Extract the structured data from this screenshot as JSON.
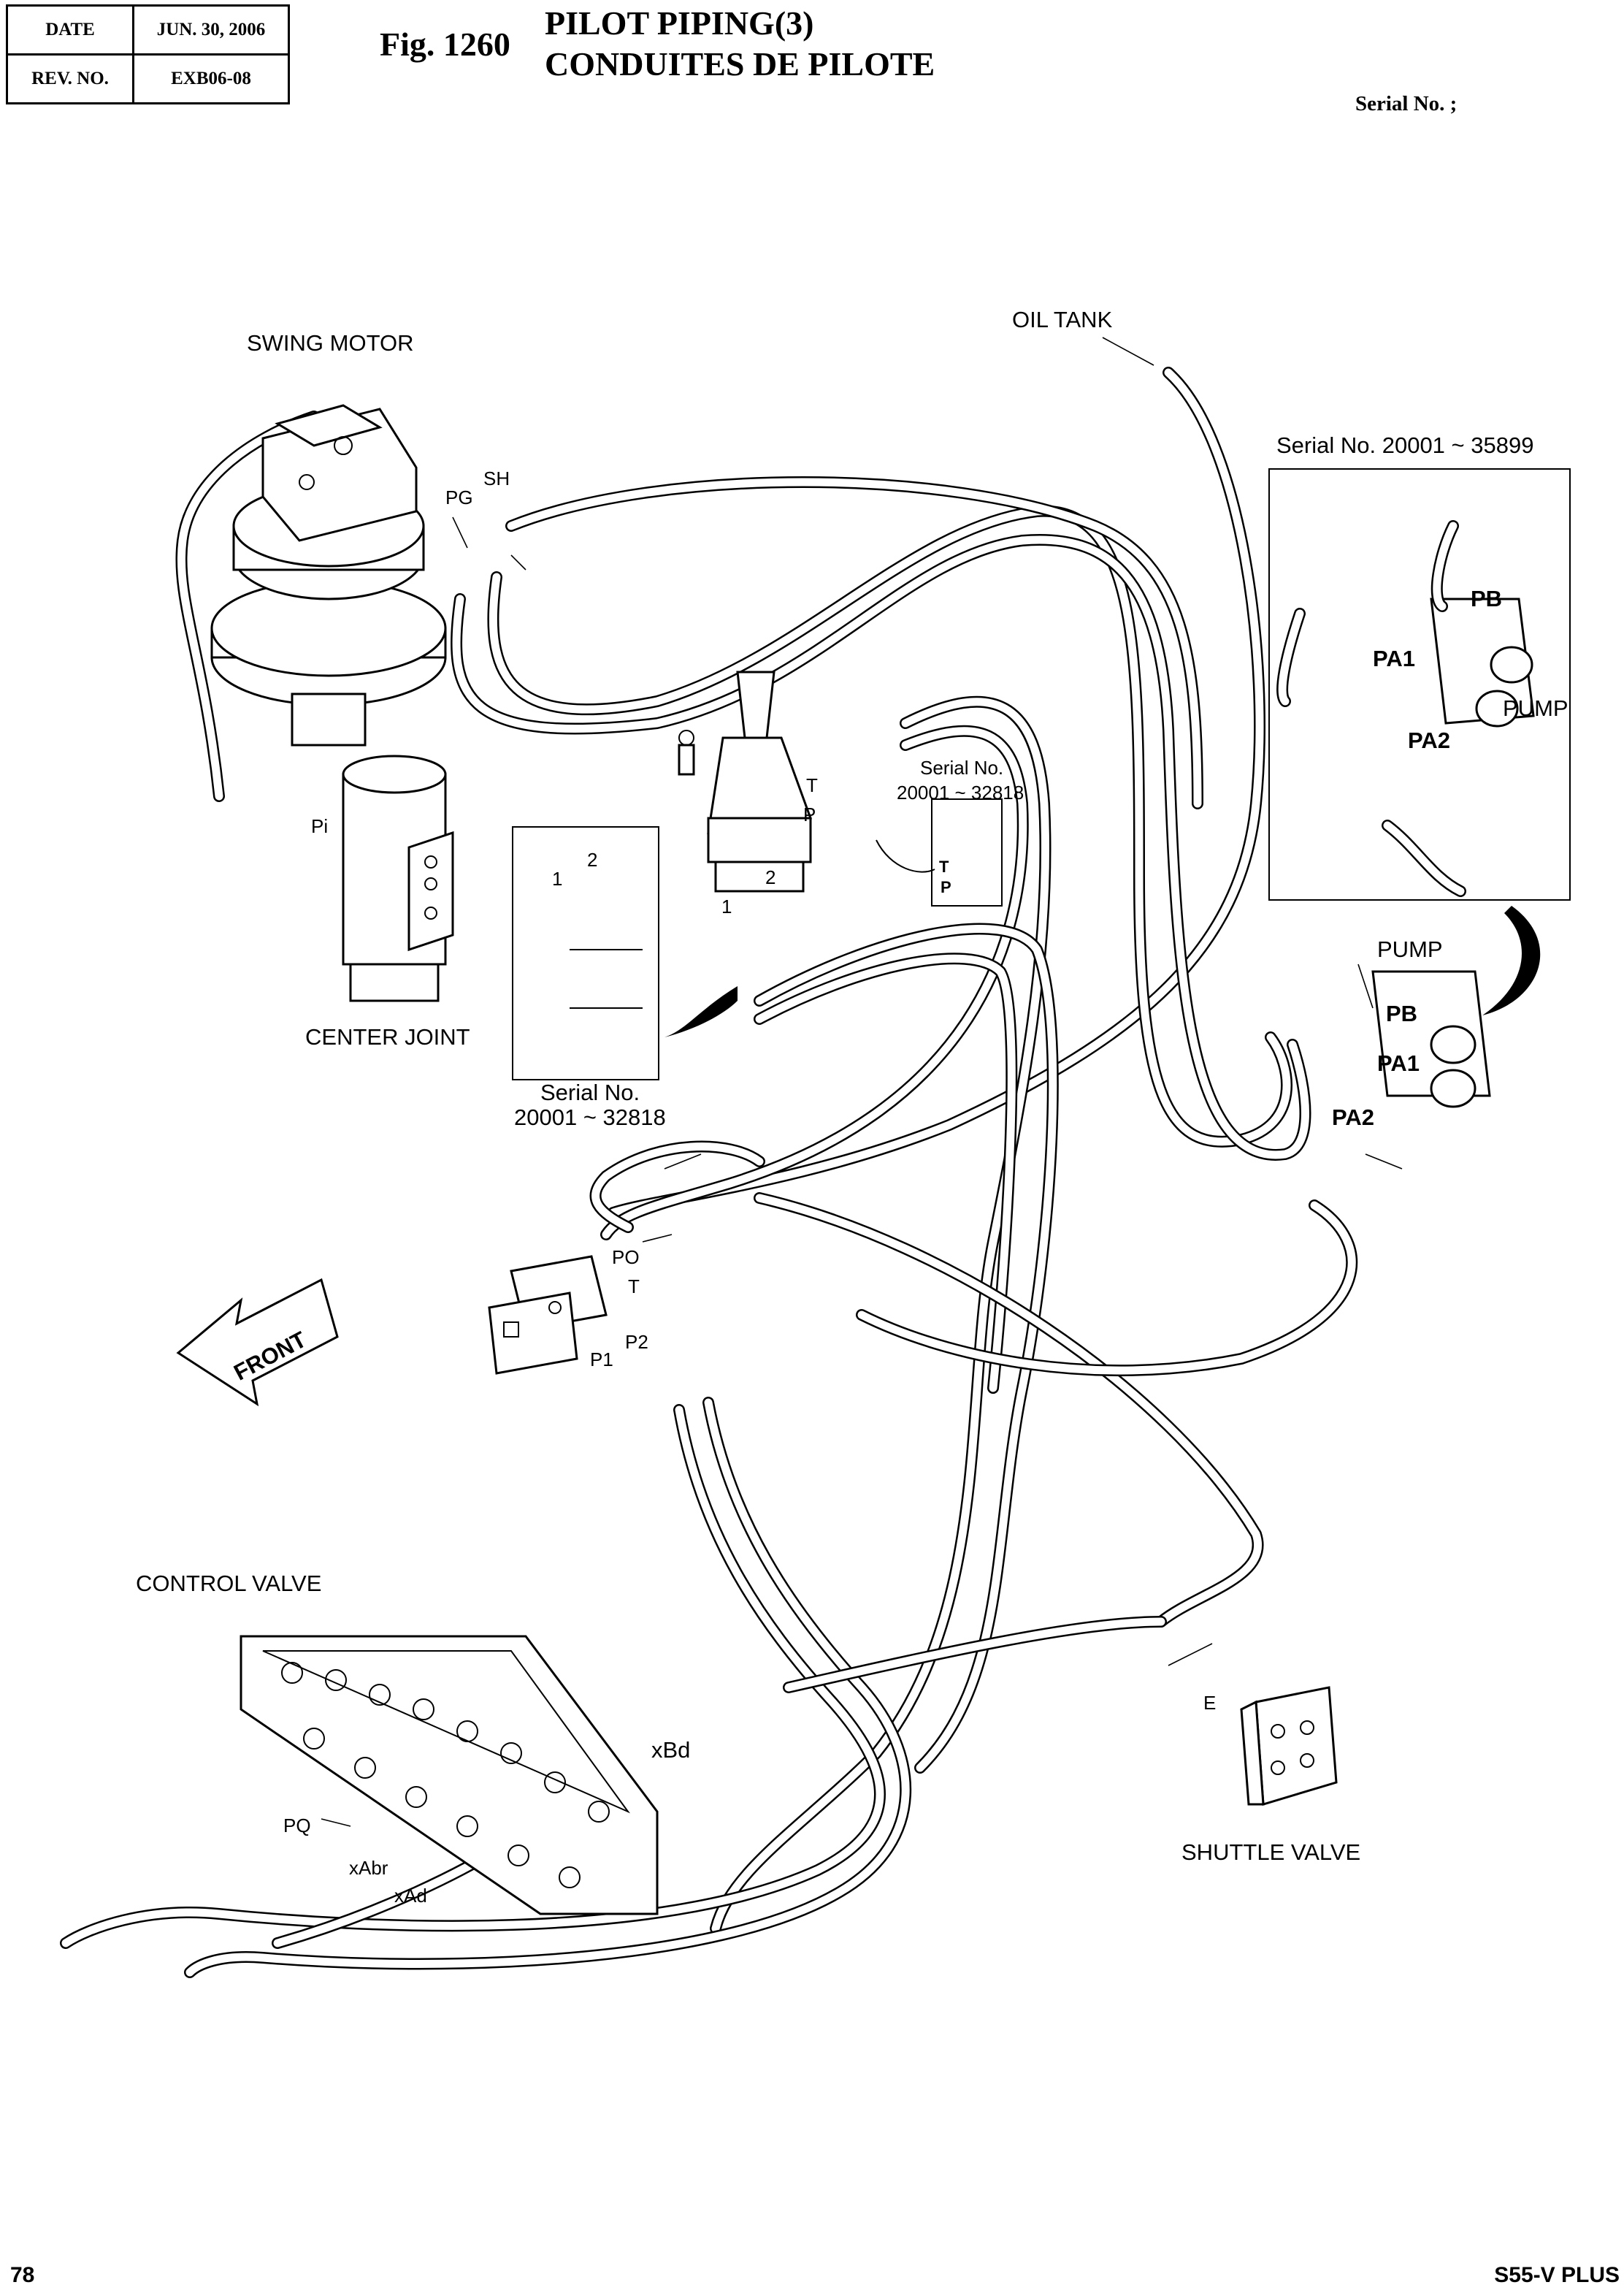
{
  "header": {
    "date_label": "DATE",
    "date_value": "JUN. 30, 2006",
    "rev_label": "REV. NO.",
    "rev_value": "EXB06-08",
    "fig_number": "Fig. 1260",
    "title_en": "PILOT PIPING(3)",
    "title_fr": "CONDUITES DE PILOTE",
    "serial_label": "Serial No. ;"
  },
  "footer": {
    "page_number": "78",
    "model": "S55-V PLUS"
  },
  "components": {
    "swing_motor": "SWING MOTOR",
    "oil_tank": "OIL TANK",
    "center_joint": "CENTER JOINT",
    "pump": "PUMP",
    "control_valve": "CONTROL VALVE",
    "shuttle_valve": "SHUTTLE VALVE",
    "front": "FRONT"
  },
  "ports": {
    "pg": "PG",
    "sh": "SH",
    "pi": "Pi",
    "t": "T",
    "p": "P",
    "one": "1",
    "two": "2",
    "po": "PO",
    "p1": "P1",
    "p2": "P2",
    "pb": "PB",
    "pa1": "PA1",
    "pa2": "PA2",
    "xbd": "xBd",
    "pq": "PQ",
    "xabr": "xAbr",
    "xad": "xAd",
    "e": "E"
  },
  "insets": {
    "pump_inset": {
      "serial": "Serial No. 20001 ~ 35899",
      "pb": "PB",
      "pa1": "PA1",
      "pa2": "PA2",
      "pump": "PUMP"
    },
    "joystick_inset": {
      "serial_line1": "Serial No.",
      "serial_line2": "20001 ~ 32818",
      "t": "T",
      "p": "P"
    },
    "fitting_inset": {
      "serial_line1": "Serial No.",
      "serial_line2": "20001 ~ 32818",
      "one": "1",
      "two": "2"
    }
  }
}
